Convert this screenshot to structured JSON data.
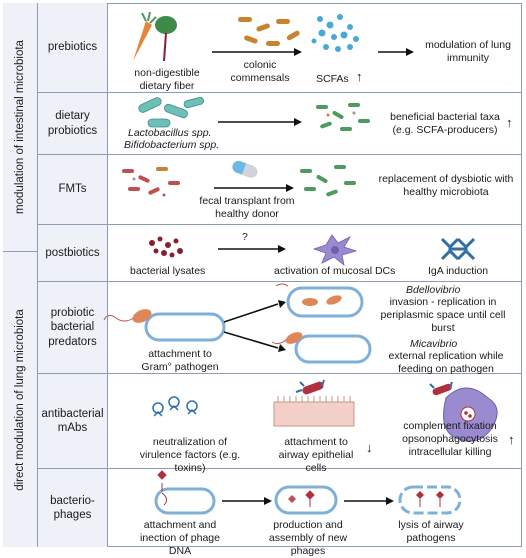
{
  "sections": {
    "intestinal": "modulation of intestinal microbiota",
    "lung": "direct modulation of lung microbiota"
  },
  "rows": [
    {
      "label": "prebiotics",
      "items": [
        "non-digestible dietary fiber",
        "colonic commensals",
        "SCFAs",
        "modulation of lung immunity"
      ],
      "arrows": [
        "↑"
      ]
    },
    {
      "label": "dietary probiotics",
      "items": [
        "Lactobacillus spp.",
        "Bifidobacterium spp.",
        "beneficial bacterial taxa (e.g. SCFA-producers)"
      ],
      "arrows": [
        "↑"
      ]
    },
    {
      "label": "FMTs",
      "items": [
        "fecal transplant from healthy donor",
        "replacement of dysbiotic with healthy microbiota"
      ]
    },
    {
      "label": "postbiotics",
      "items": [
        "bacterial lysates",
        "?",
        "activation of mucosal DCs",
        "IgA induction"
      ]
    },
    {
      "label": "probiotic bacterial predators",
      "items": [
        "attachment to Gram° pathogen",
        "Bdellovibrio",
        "invasion - replication in periplasmic space until cell burst",
        "Micavibrio",
        "external replication while feeding on pathogen"
      ]
    },
    {
      "label": "antibacterial mAbs",
      "items": [
        "neutralization of virulence factors (e.g. toxins)",
        "attachment to airway epithelial cells",
        "complement fixation opsonophagocytosis intracellular killing"
      ],
      "arrows": [
        "↓",
        "↑"
      ]
    },
    {
      "label": "bacterio- phages",
      "items": [
        "attachment and inection of phage DNA",
        "production and assembly of new phages",
        "lysis of airway pathogens"
      ]
    }
  ],
  "colors": {
    "border": "#8a9db5",
    "panel": "#eef2f8",
    "scfa": "#4aa8d8",
    "probiotic": "#6fbfb9",
    "commensal": "#c9822e",
    "healthy": "#4f9a5e",
    "dysbiotic": "#c0504d",
    "pathogen": "#d77a4f",
    "dc": "#9a8ad0",
    "iga": "#2f6fa8",
    "phage": "#b03040"
  }
}
